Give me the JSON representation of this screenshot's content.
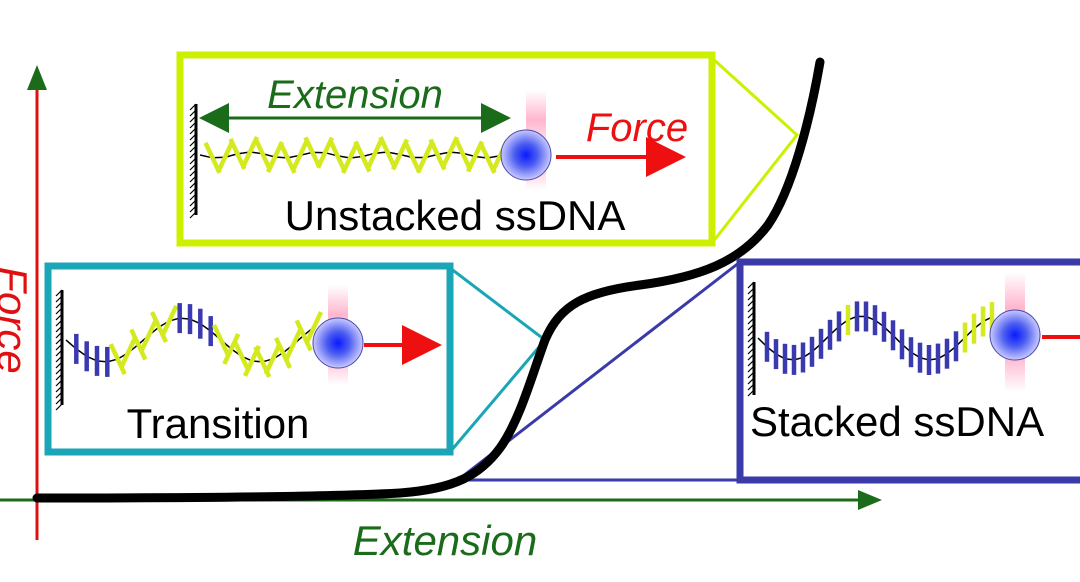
{
  "axes": {
    "x_label": "Extension",
    "y_label": "Force"
  },
  "panels": {
    "unstacked": {
      "label": "Unstacked ssDNA",
      "extension_label": "Extension",
      "force_label": "Force"
    },
    "transition": {
      "label": "Transition"
    },
    "stacked": {
      "label": "Stacked ssDNA"
    }
  },
  "colors": {
    "axis_x": "#1a6b1a",
    "axis_y": "#e01010",
    "unstacked_border": "#ccf000",
    "transition_border": "#1ba6b8",
    "stacked_border": "#3a3aa8",
    "unstacked_base": "#d4ea1e",
    "stacked_base": "#3a3ab0",
    "curve": "#000000",
    "force_arrow": "#ee1010",
    "extension_arrow": "#1a6b1a"
  }
}
